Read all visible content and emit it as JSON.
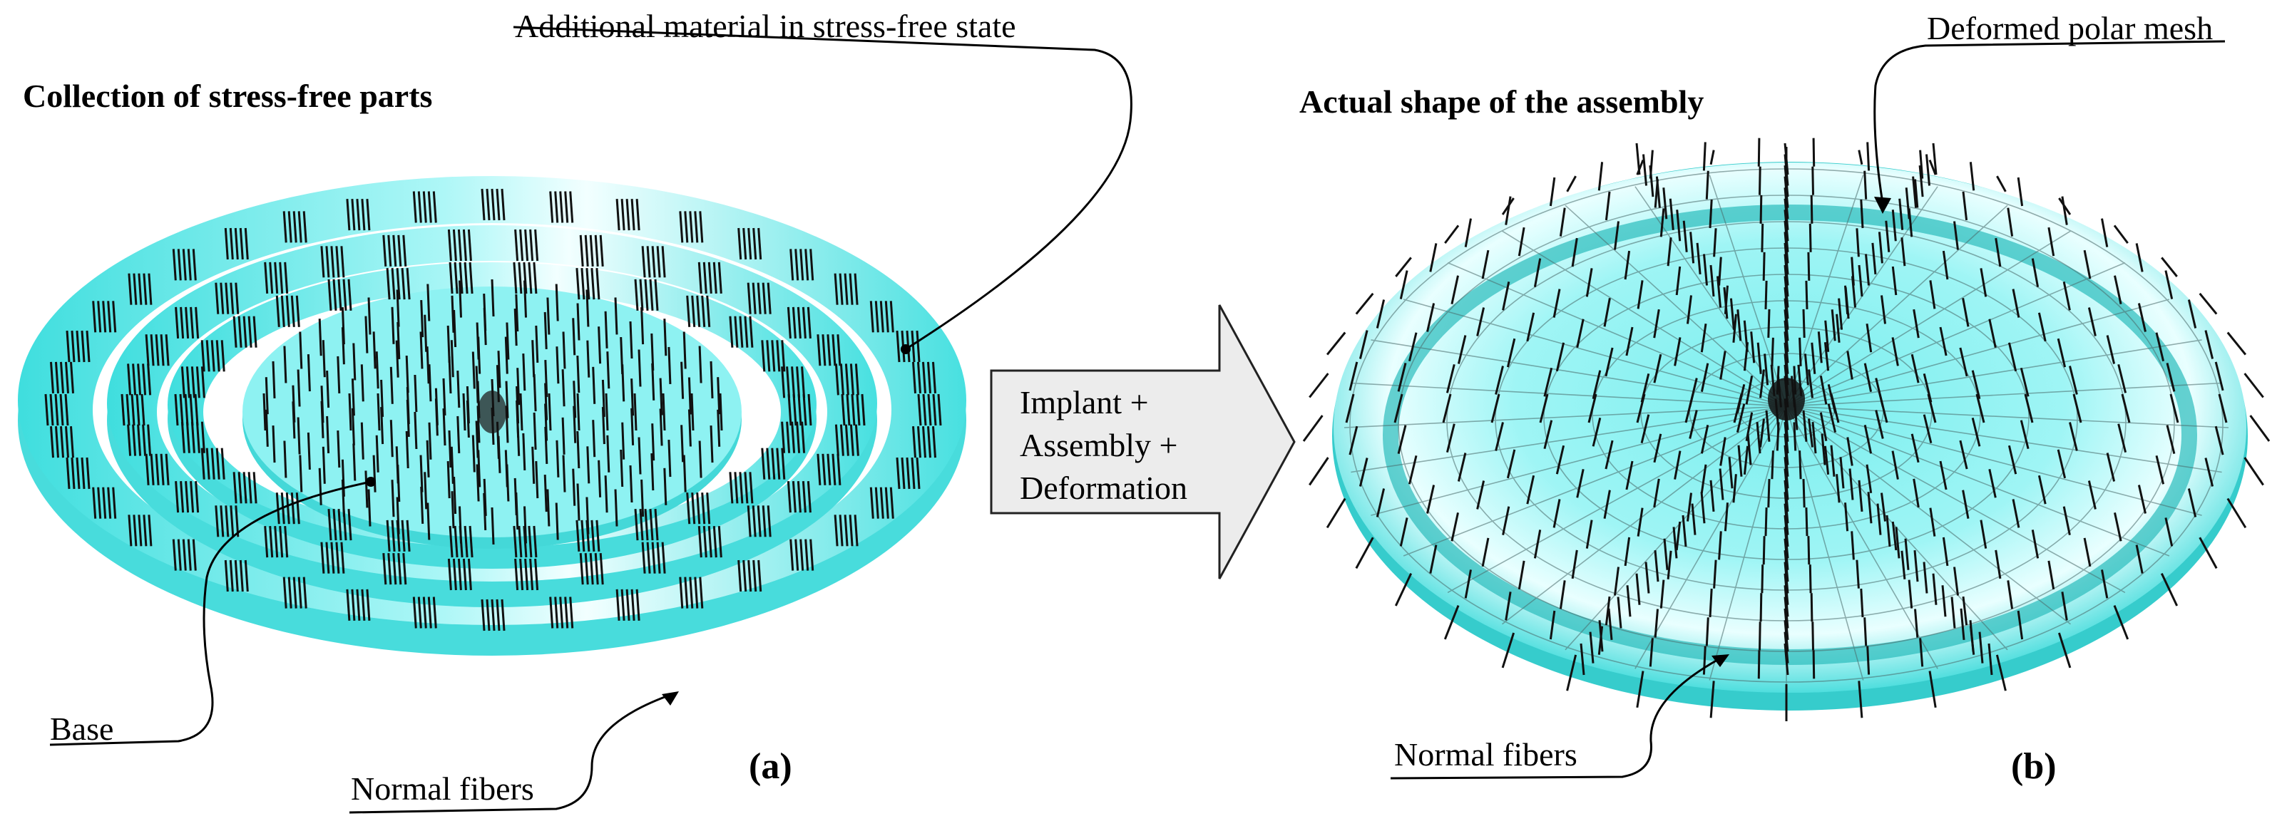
{
  "panel_a": {
    "title": "Collection of stress-free parts",
    "label_additional": "Additional material in stress-free state",
    "label_base": "Base",
    "label_fibers": "Normal fibers",
    "tag": "(a)"
  },
  "process_arrow": {
    "line1": "Implant +",
    "line2": "Assembly +",
    "line3": "Deformation"
  },
  "panel_b": {
    "title": "Actual shape of the assembly",
    "label_mesh": "Deformed polar mesh",
    "label_fibers": "Normal fibers",
    "tag": "(b)"
  },
  "colors": {
    "surface": "#5fe6e6",
    "surface_light": "#e6ffff",
    "surface_dark": "#2ec4c4",
    "fiber": "#111111",
    "arrow_fill": "#ececec",
    "arrow_stroke": "#222222"
  }
}
